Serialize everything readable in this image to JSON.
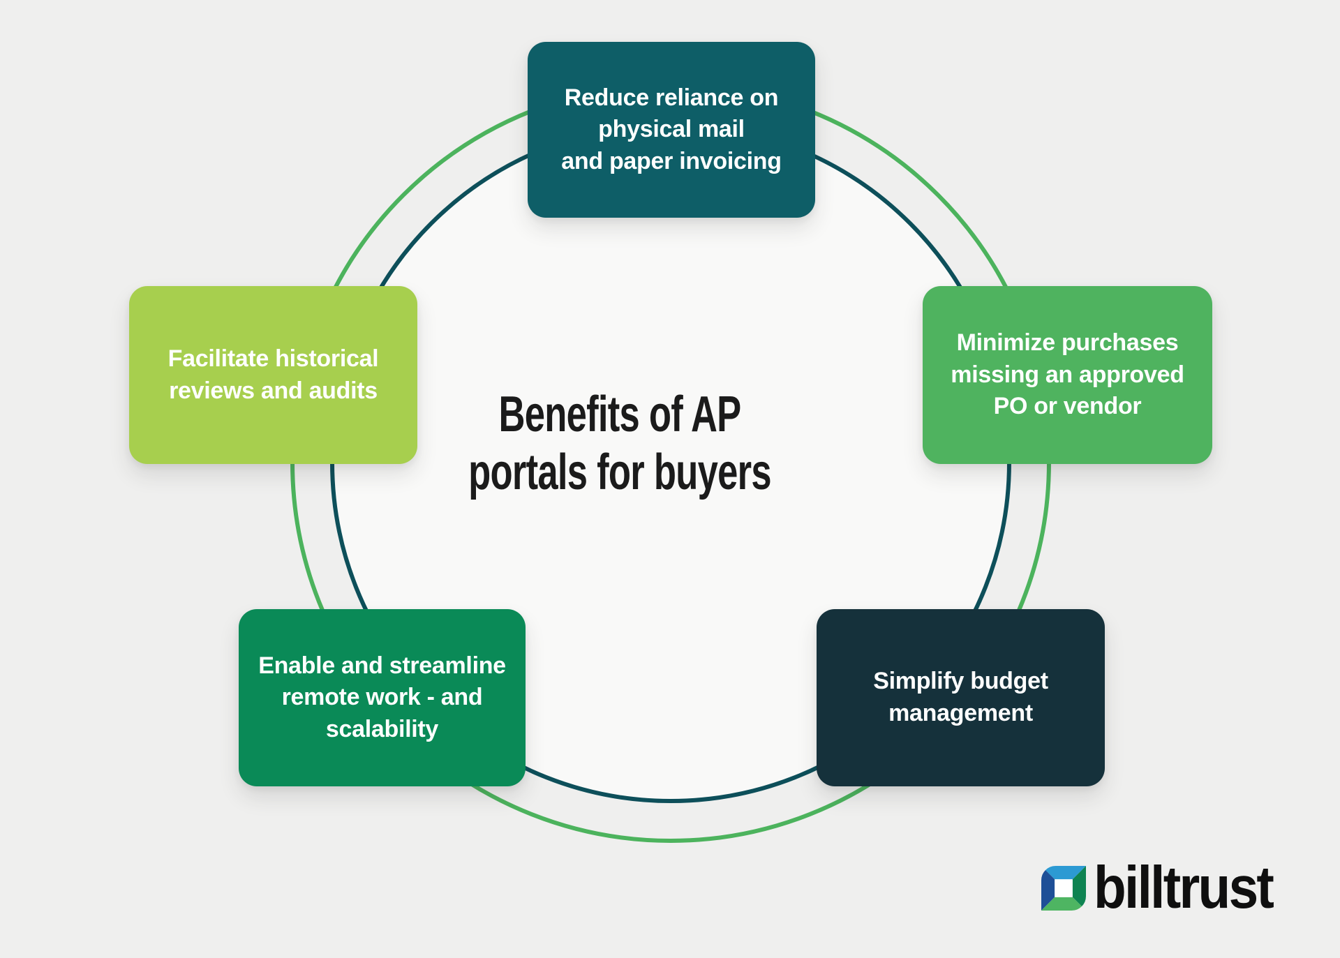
{
  "title": {
    "text": "Benefits of AP\nportals for buyers"
  },
  "cards": [
    {
      "id": "reduce-physical-mail",
      "label": "Reduce reliance on\nphysical mail\nand paper invoicing",
      "color": "#0e5e67"
    },
    {
      "id": "minimize-purchases",
      "label": "Minimize purchases\nmissing an approved\nPO or vendor",
      "color": "#4fb35f"
    },
    {
      "id": "historical-reviews",
      "label": "Facilitate historical\nreviews and audits",
      "color": "#a7cf4e"
    },
    {
      "id": "remote-work",
      "label": "Enable and streamline\nremote work - and\nscalability",
      "color": "#0a8a57"
    },
    {
      "id": "budget-management",
      "label": "Simplify budget\nmanagement",
      "color": "#15313b"
    }
  ],
  "rings": {
    "outer_color": "#4cb35d",
    "inner_color": "#0d4f5a",
    "inner_fill": "#f9f9f8"
  },
  "background": "#efefee",
  "logo": {
    "wordmark": "billtrust",
    "mark_colors": {
      "top": "#2c9ad3",
      "left": "#1e4f97",
      "right": "#0e8351",
      "bottom": "#4eb562"
    }
  }
}
